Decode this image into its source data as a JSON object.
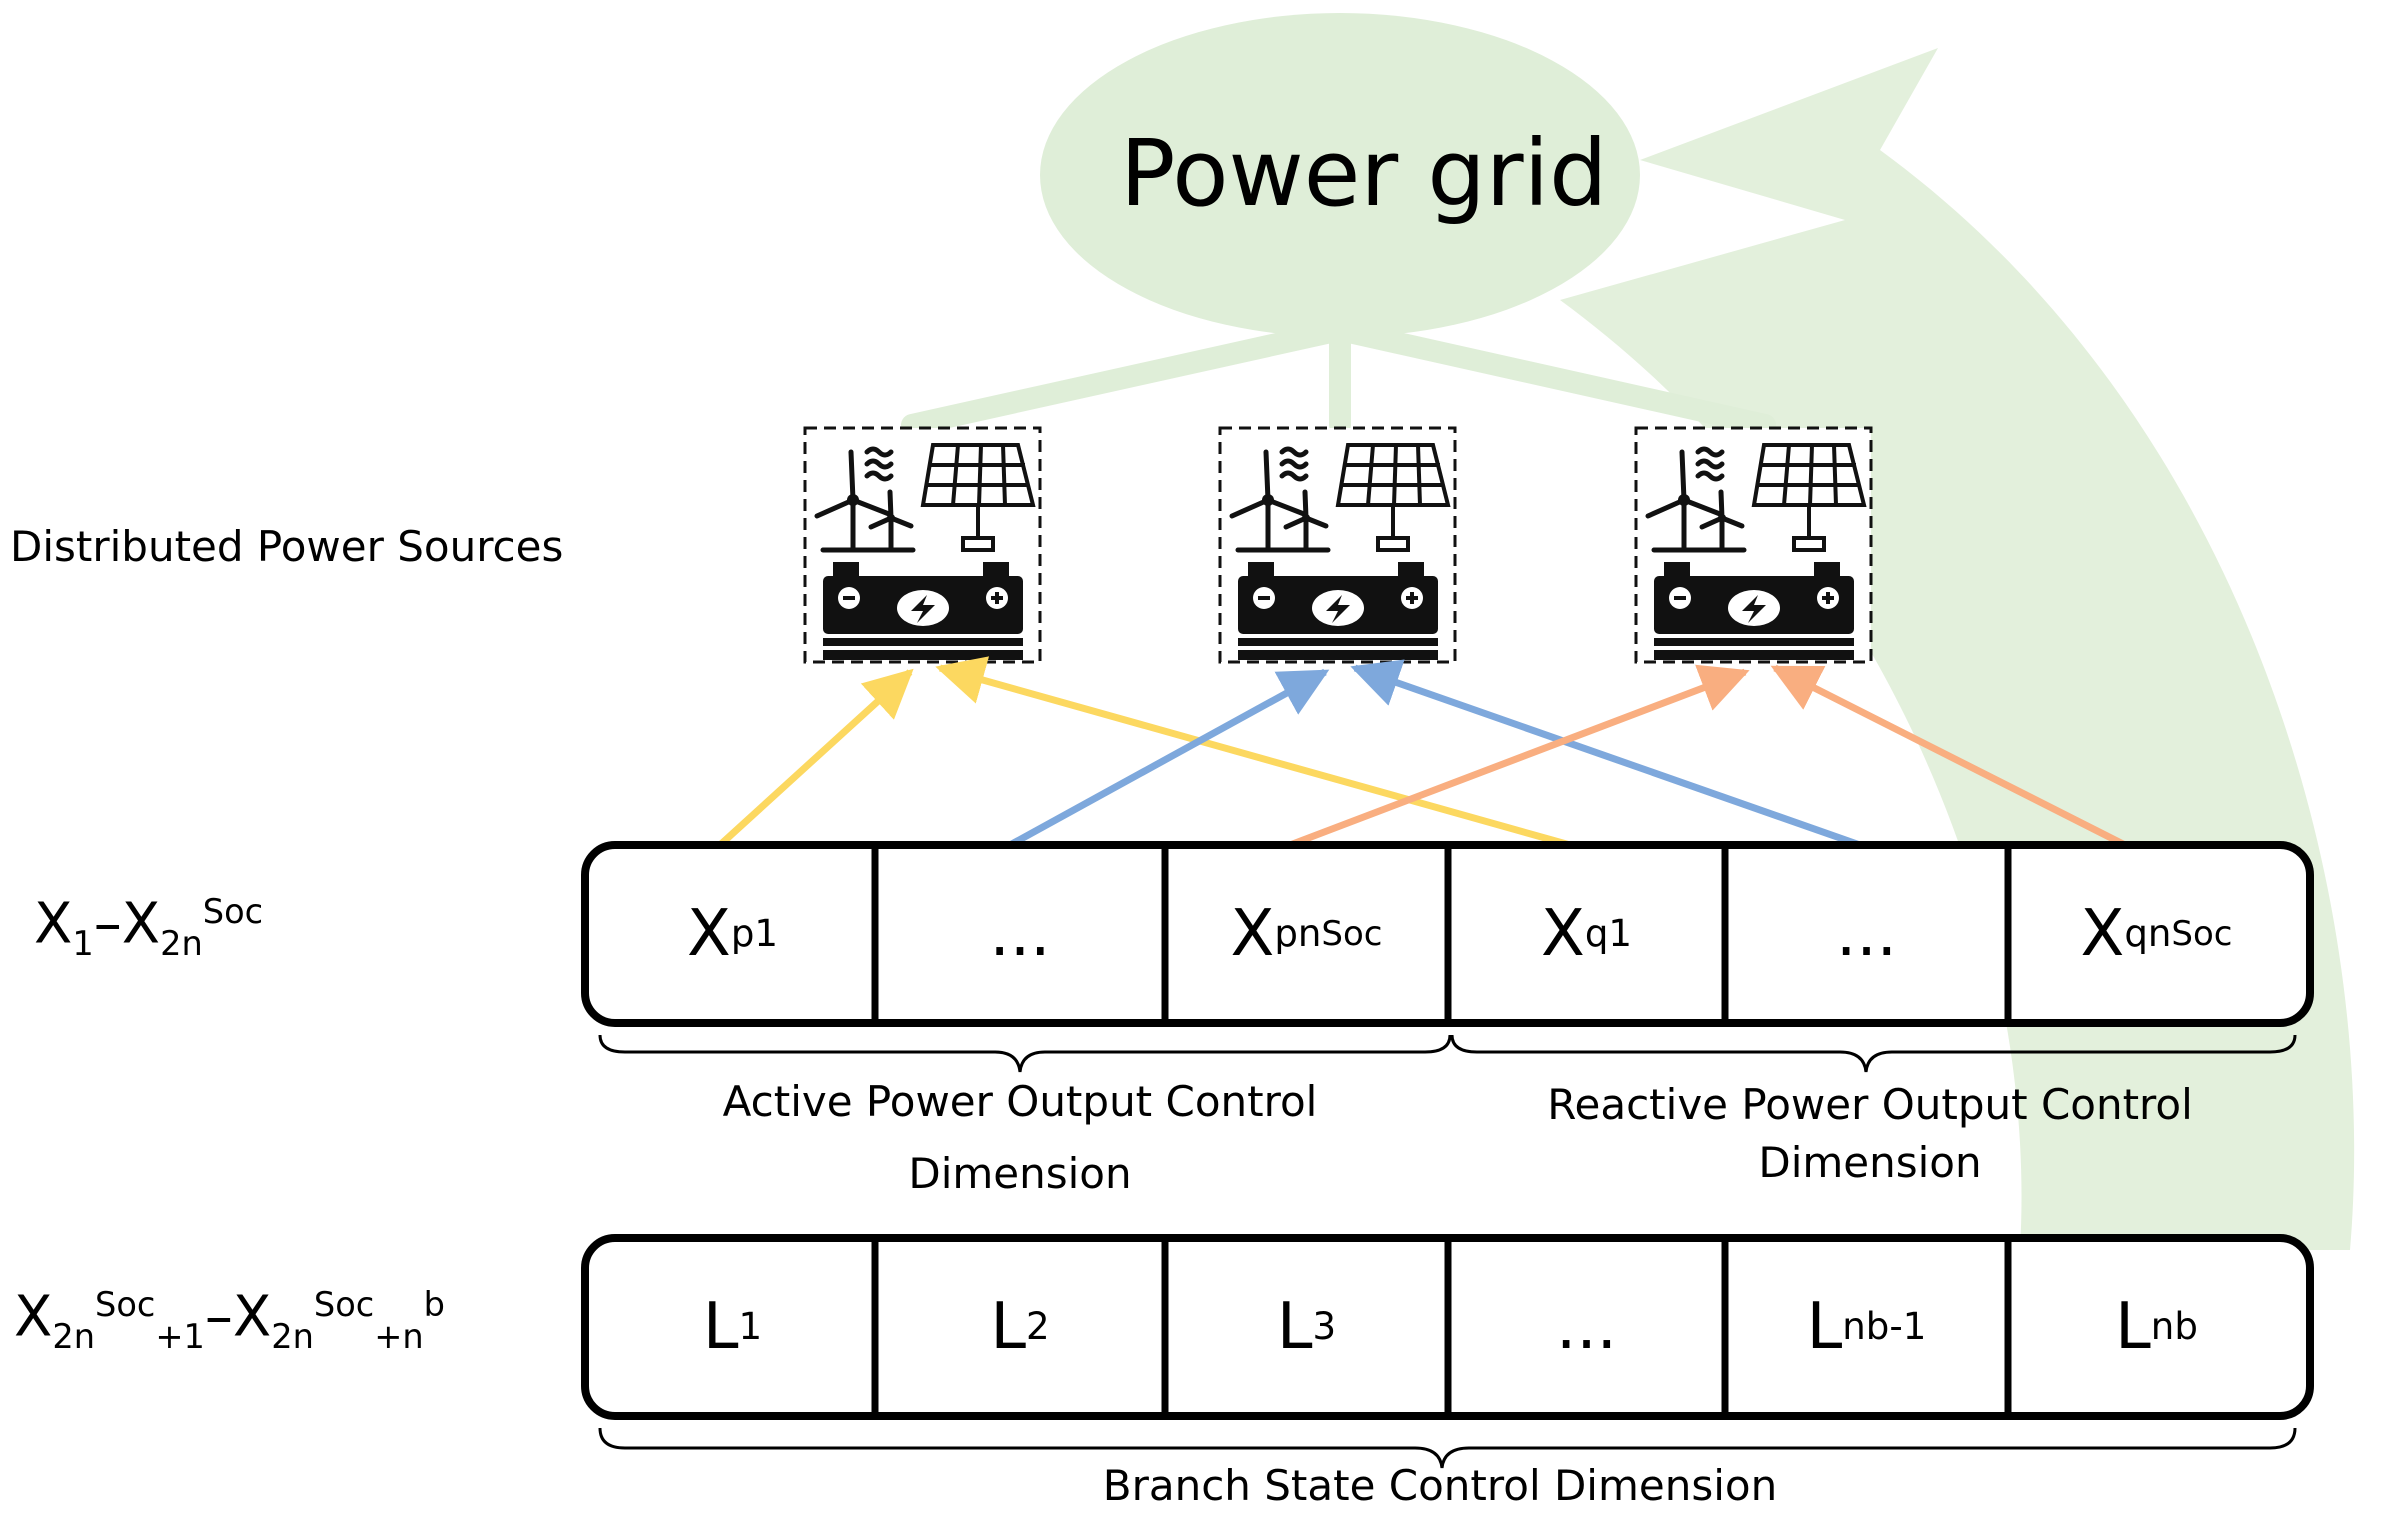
{
  "grid": {
    "title": "Power grid"
  },
  "sources": {
    "label": "Distributed Power Sources",
    "count": 3
  },
  "row1": {
    "label": {
      "base": "X",
      "sub1": "1",
      "dash": "–",
      "base2": "X",
      "sub2": "2n",
      "sup2": "Soc"
    },
    "cells": [
      {
        "base": "X",
        "sup": "p",
        "sub": "1"
      },
      {
        "text": "..."
      },
      {
        "base": "X",
        "sup": "p",
        "sub": "n",
        "subsup": "Soc"
      },
      {
        "base": "X",
        "sup": "q",
        "sub": "1"
      },
      {
        "text": "..."
      },
      {
        "base": "X",
        "sup": "q",
        "sub": "n",
        "subsup": "Soc"
      }
    ],
    "brace_active": "Active Power Output Control\nDimension",
    "brace_reactive": "Reactive Power Output Control\nDimension"
  },
  "row2": {
    "label": {
      "b1": "X",
      "s1": "2n",
      "p1": "Soc",
      "s1b": "+1",
      "dash": "–",
      "b2": "X",
      "s2": "2n",
      "p2": "Soc",
      "s2b": "+n",
      "p2b": "b"
    },
    "cells": [
      {
        "base": "L",
        "sub": "1"
      },
      {
        "base": "L",
        "sub": "2"
      },
      {
        "base": "L",
        "sub": "3"
      },
      {
        "text": "..."
      },
      {
        "base": "L",
        "sub": "n",
        "sup": "b",
        "tail": "-1"
      },
      {
        "base": "L",
        "sub": "n",
        "sup": "b"
      }
    ],
    "brace": "Branch State Control Dimension"
  },
  "colors": {
    "grid_fill": "#dfeed8",
    "active_arrow": "#fcd860",
    "blue_arrow": "#7ea8dc",
    "reactive_arrow": "#f9ae80",
    "feedback_arrow": "#e3f0dc"
  }
}
